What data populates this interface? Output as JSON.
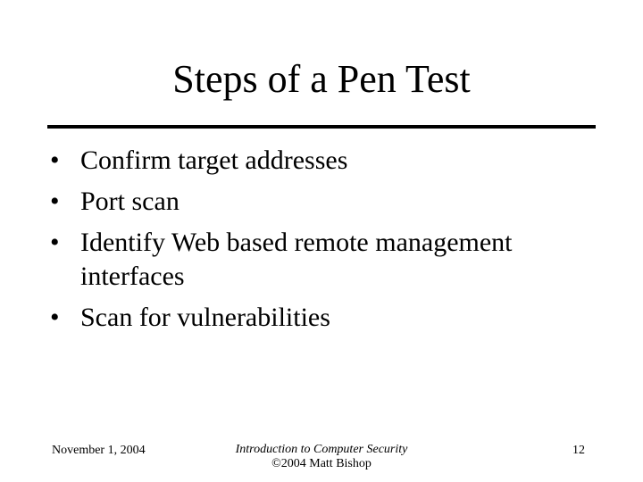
{
  "slide": {
    "title": "Steps of a Pen Test",
    "bullet_glyph": "•",
    "bullets": [
      {
        "text": "Confirm target addresses"
      },
      {
        "text": "Port scan"
      },
      {
        "text": "Identify Web based remote management interfaces"
      },
      {
        "text": "Scan for vulnerabilities"
      }
    ],
    "footer": {
      "date": "November 1, 2004",
      "course_title": "Introduction to Computer Security",
      "copyright": "©2004 Matt Bishop",
      "page_number": "12"
    },
    "colors": {
      "background": "#ffffff",
      "text": "#000000",
      "rule": "#000000"
    }
  }
}
